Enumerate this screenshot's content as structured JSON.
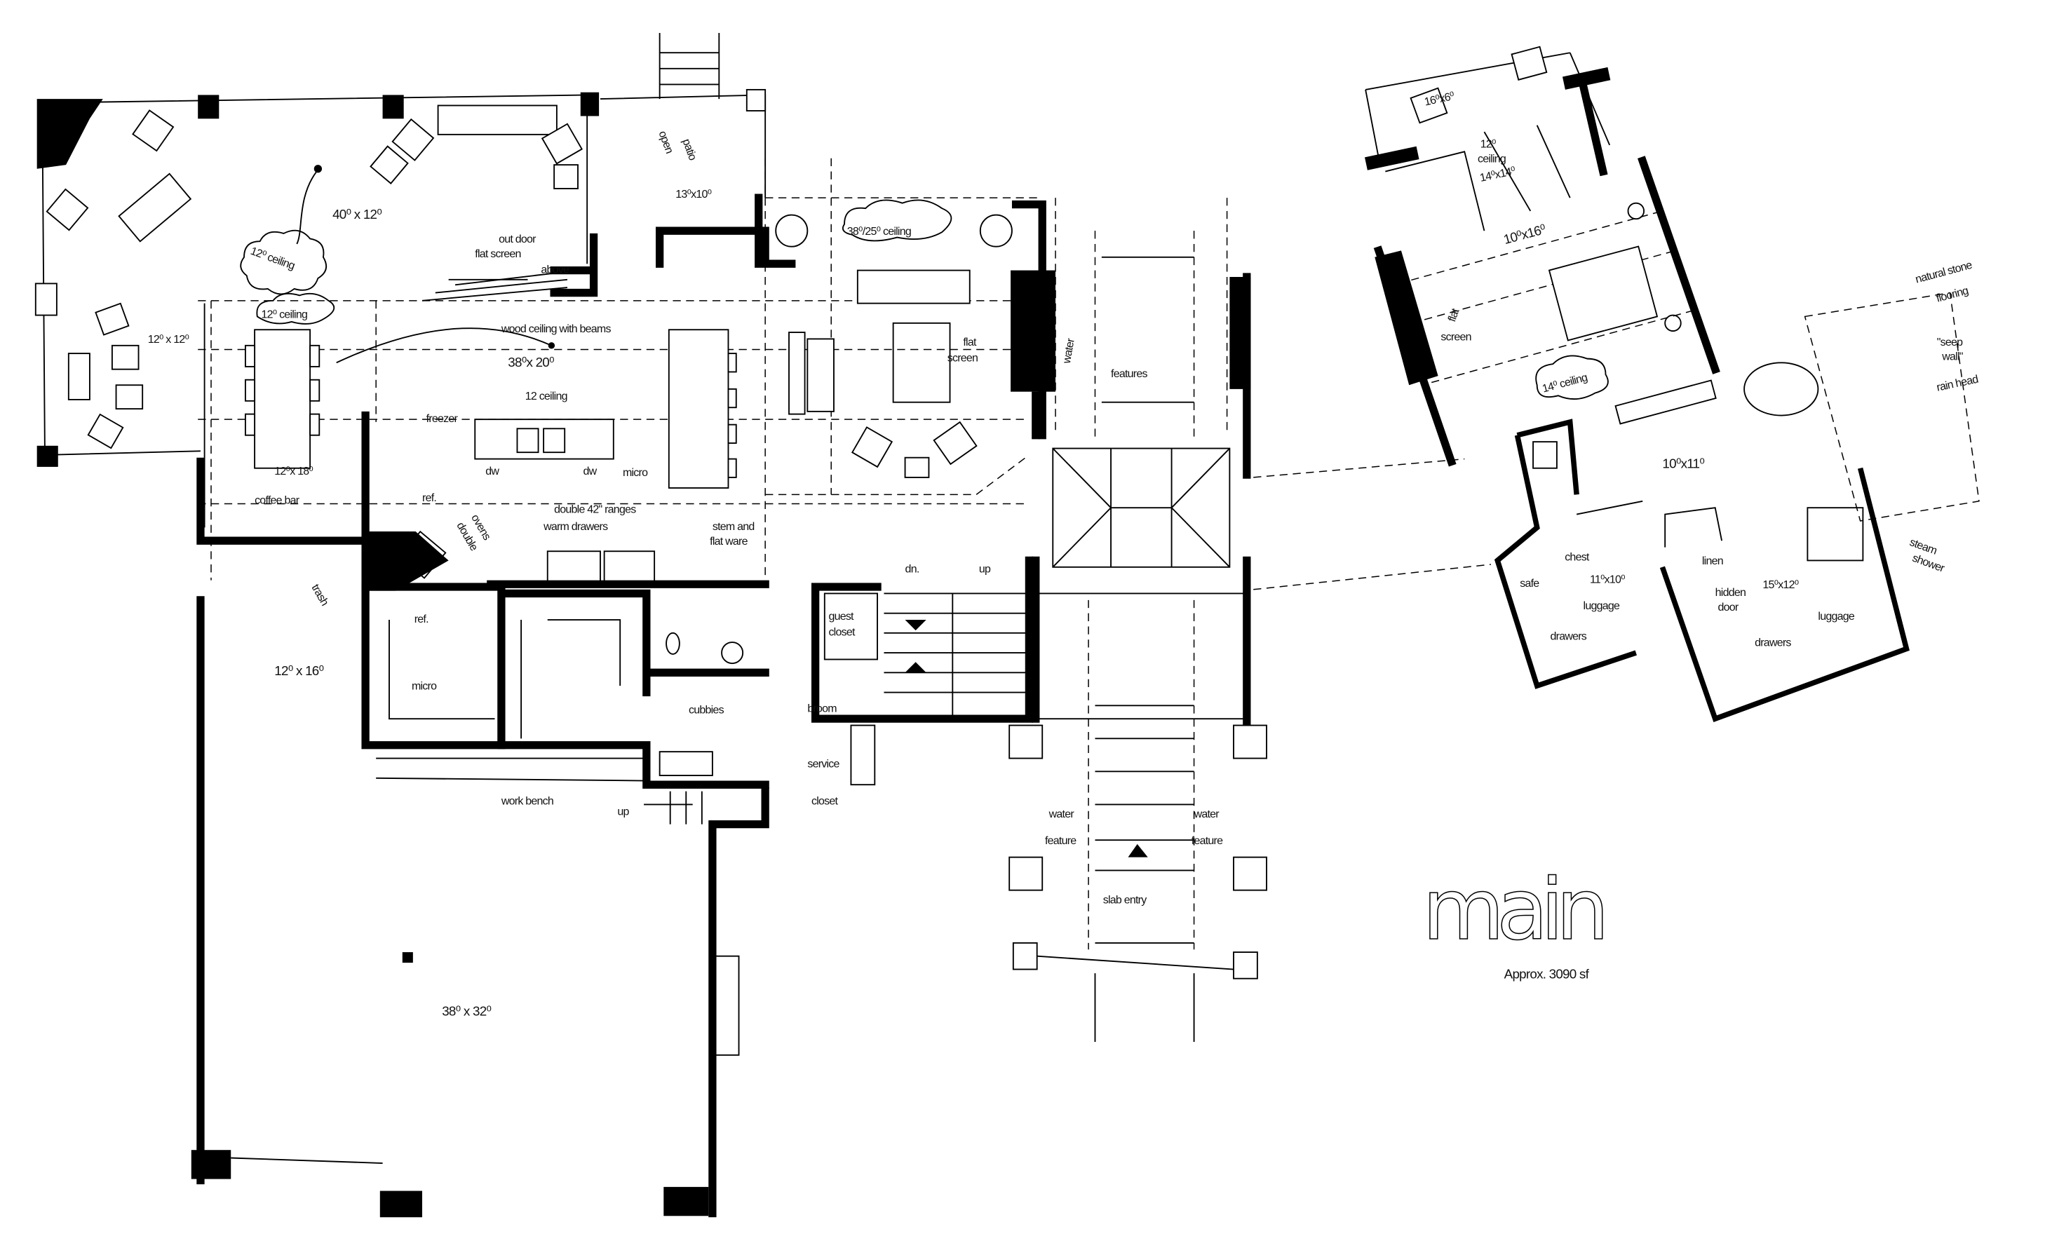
{
  "plan": {
    "title": "main",
    "approx_area": "Approx. 3090 sf"
  },
  "porch": {
    "size": "40⁰ x 12⁰",
    "ceiling": "12⁰ ceiling",
    "side_size": "12⁰ x 12⁰",
    "tv_note_1": "out door",
    "tv_note_2": "flat screen",
    "tv_note_3": "above"
  },
  "patio": {
    "name_1": "open",
    "name_2": "patio",
    "size": "13⁰x10⁰"
  },
  "great_room": {
    "ceiling_note": "wood ceiling with beams",
    "size": "38⁰x 20⁰",
    "ceiling": "12 ceiling",
    "dining_ceiling": "12⁰ ceiling",
    "dining_size": "12⁰x 18⁰",
    "coffee_bar": "coffee bar"
  },
  "kitchen": {
    "freezer": "freezer",
    "ref": "ref.",
    "dw_1": "dw",
    "dw_2": "dw",
    "micro": "micro",
    "ranges": "double 42\" ranges",
    "warm_drawers": "warm drawers",
    "stem_1": "stem and",
    "stem_2": "flat ware",
    "ovens_1": "double",
    "ovens_2": "ovens",
    "trash": "trash"
  },
  "pantry": {
    "size": "12⁰ x 16⁰",
    "ref": "ref.",
    "micro": "micro"
  },
  "mudroom": {
    "cubbies": "cubbies",
    "guest_closet_1": "guest",
    "guest_closet_2": "closet",
    "broom": "broom",
    "service": "service",
    "closet": "closet",
    "work_bench": "work bench",
    "up": "up"
  },
  "stairs": {
    "down": "dn.",
    "up": "up"
  },
  "living": {
    "ceiling": "38⁰/25⁰ ceiling",
    "tv_1": "flat",
    "tv_2": "screen"
  },
  "entry": {
    "water_1": "water",
    "features": "features",
    "water_feature_left_1": "water",
    "water_feature_left_2": "feature",
    "water_feature_right_1": "water",
    "water_feature_right_2": "feature",
    "slab_entry": "slab entry"
  },
  "garage": {
    "size": "38⁰ x 32⁰"
  },
  "master": {
    "balcony_size": "16⁰x6⁰",
    "sitting_ceiling_1": "12⁰",
    "sitting_ceiling_2": "ceiling",
    "sitting_size": "14⁰x14⁰",
    "bedroom_size": "10⁰x16⁰",
    "tv_1": "flat",
    "tv_2": "screen",
    "ceiling": "14⁰ ceiling",
    "bath_size": "10⁰x11⁰",
    "stone_1": "natural stone",
    "stone_2": "flooring",
    "seep_1": "\"seep",
    "seep_2": "wall\"",
    "rain_head": "rain head",
    "steam_1": "steam",
    "steam_2": "shower",
    "safe": "safe",
    "chest": "chest",
    "closet1_size": "11⁰x10⁰",
    "closet1_luggage": "luggage",
    "closet1_drawers": "drawers",
    "linen": "linen",
    "hidden_1": "hidden",
    "hidden_2": "door",
    "closet2_size": "15⁰x12⁰",
    "closet2_luggage": "luggage",
    "closet2_drawers": "drawers"
  }
}
